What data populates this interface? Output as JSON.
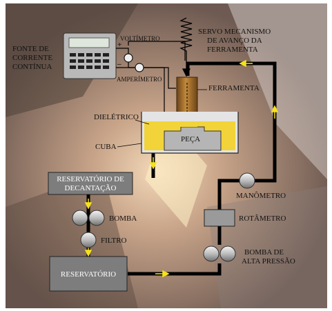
{
  "labels": {
    "power_source": [
      "FONTE DE",
      "CORRENTE",
      "CONTÍNUA"
    ],
    "voltmeter": "VOLTÍMETRO",
    "ammeter": "AMPERÍMETRO",
    "servo": [
      "SERVO MECANISMO",
      "DE AVANÇO DA",
      "FERRAMENTA"
    ],
    "tool": "FERRAMENTA",
    "dielectric": "DIELÉTRICO",
    "workpiece": "PEÇA",
    "tank": "CUBA",
    "settling_reservoir": [
      "RESERVATÓRIO DE",
      "DECANTAÇÃO"
    ],
    "pump": "BOMBA",
    "filter": "FILTRO",
    "reservoir": "RESERVATÓRIO",
    "manometer": "MANÔMETRO",
    "rotameter": "ROTÂMETRO",
    "high_pressure_pump": [
      "BOMBA DE",
      "ALTA PRESSÃO"
    ],
    "plus_sign": "+",
    "minus_sign": "–"
  },
  "colors": {
    "pipe": "#000000",
    "flow_arrow": "#f5e21b",
    "dielectric_fill": "#f2d43a",
    "tool_fill": "#9c6a2a",
    "box_fill": "#9a9a9a"
  }
}
